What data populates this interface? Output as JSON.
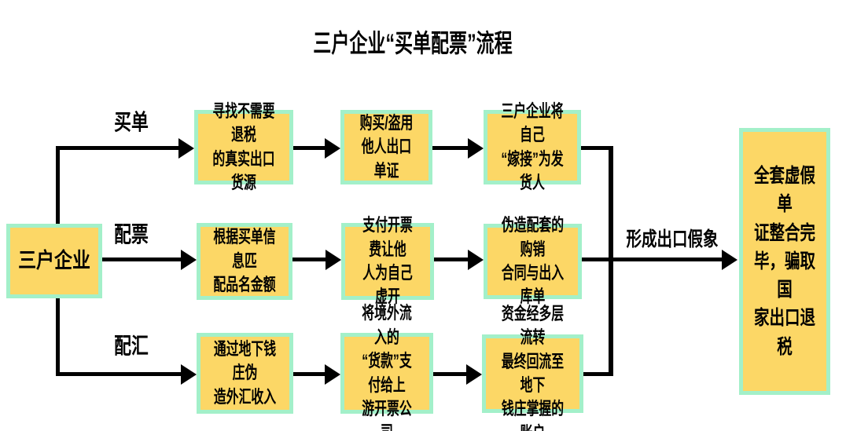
{
  "title": "三户企业“买单配票”流程",
  "colors": {
    "node_fill": "#FCD766",
    "node_border": "#A3F0C9",
    "line": "#000000"
  },
  "source": {
    "label": "三户企业"
  },
  "branches": [
    {
      "label": "买单",
      "steps": [
        "寻找不需要退税\n的真实出口货源",
        "购买/盗用\n他人出口单证",
        "三户企业将自己\n“嫁接”为发货人"
      ]
    },
    {
      "label": "配票",
      "steps": [
        "根据买单信息匹\n配品名金额",
        "支付开票费让他\n人为自己虚开",
        "伪造配套的购销\n合同与出入库单"
      ]
    },
    {
      "label": "配汇",
      "steps": [
        "通过地下钱庄伪\n造外汇收入",
        "将境外流入的\n“货款”支付给上\n游开票公司",
        "资金经多层流转\n最终回流至地下\n钱庄掌握的账户"
      ]
    }
  ],
  "merge_label": "形成出口假象",
  "result": {
    "label": "全套虚假单\n证整合完\n毕，骗取国\n家出口退税"
  }
}
